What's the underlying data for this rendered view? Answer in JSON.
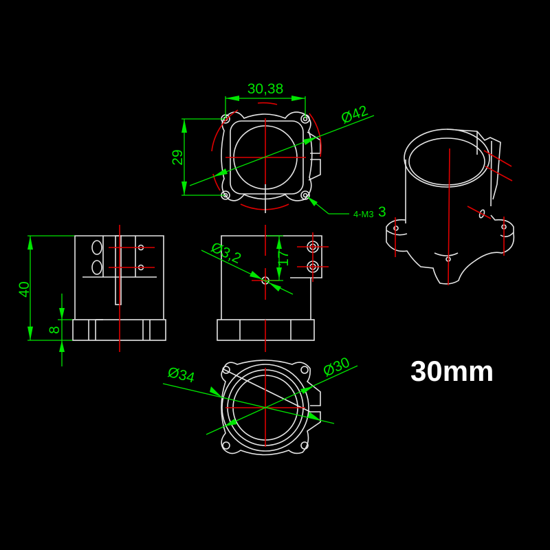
{
  "drawing": {
    "title": "30mm",
    "colors": {
      "background": "#000000",
      "outline": "#e6e6e6",
      "centerline": "#e00000",
      "dimension": "#00e600",
      "title": "#ffffff"
    },
    "views": {
      "top": {
        "name": "top view",
        "dims": {
          "hole_spacing_x": "30,38",
          "hole_spacing_y": "29",
          "diameter": "Ø42",
          "holes": "4-M3"
        }
      },
      "front": {
        "name": "front view",
        "dims": {
          "height": "40",
          "flange_height": "8"
        }
      },
      "side": {
        "name": "side view",
        "dims": {
          "hole_diameter": "Ø3,2",
          "hole_height": "17"
        }
      },
      "bottom": {
        "name": "bottom view",
        "dims": {
          "outer_diameter": "Ø34",
          "inner_diameter": "Ø30"
        }
      },
      "iso": {
        "name": "isometric view",
        "label": "3"
      }
    }
  }
}
